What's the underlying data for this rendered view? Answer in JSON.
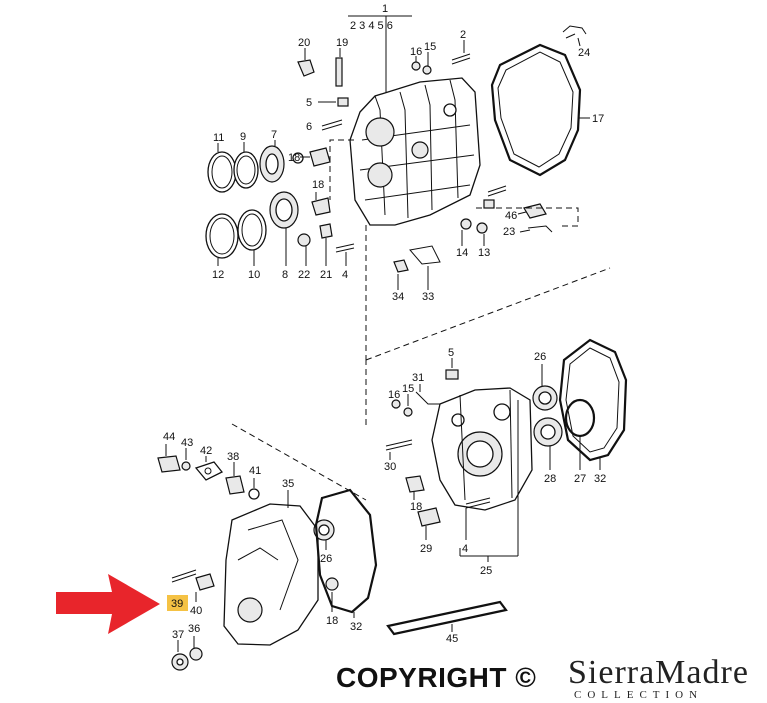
{
  "labels": {
    "l1": "1",
    "l2": "2",
    "l3": "3",
    "l4": "4",
    "l5": "5",
    "l6": "6",
    "l7": "7",
    "l8": "8",
    "l9": "9",
    "l10": "10",
    "l11": "11",
    "l12": "12",
    "l13": "13",
    "l14": "14",
    "l15": "15",
    "l16": "16",
    "l17": "17",
    "l18": "18",
    "l19": "19",
    "l20": "20",
    "l21": "21",
    "l22": "22",
    "l23": "23",
    "l24": "24",
    "l25": "25",
    "l26": "26",
    "l27": "27",
    "l28": "28",
    "l29": "29",
    "l30": "30",
    "l31": "31",
    "l32": "32",
    "l33": "33",
    "l34": "34",
    "l35": "35",
    "l36": "36",
    "l37": "37",
    "l38": "38",
    "l39": "39",
    "l40": "40",
    "l41": "41",
    "l42": "42",
    "l43": "43",
    "l44": "44",
    "l45": "45",
    "l46": "46"
  },
  "header_group": "2 3 4 5 6",
  "highlight": {
    "label": "39",
    "color": "#f5c244"
  },
  "arrow": {
    "color": "#e8252b"
  },
  "footer": {
    "copyright": "COPYRIGHT ©",
    "brand": "SierraMadre",
    "brand_sub": "COLLECTION"
  }
}
